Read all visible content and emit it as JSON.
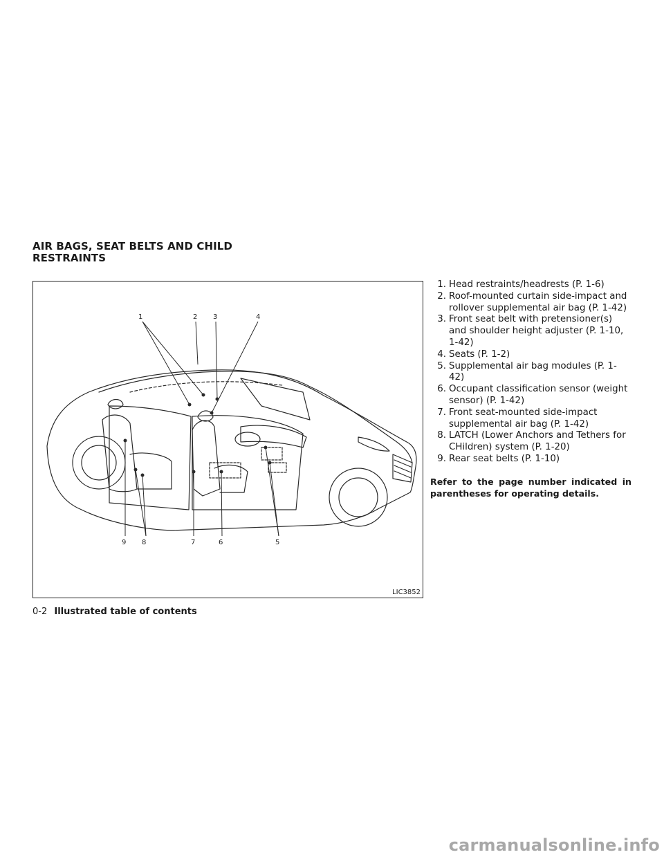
{
  "section": {
    "title_line1": "AIR BAGS, SEAT BELTS AND CHILD",
    "title_line2": "RESTRAINTS"
  },
  "figure": {
    "id": "LIC3852",
    "callouts": [
      "1",
      "2",
      "3",
      "4",
      "5",
      "6",
      "7",
      "8",
      "9"
    ]
  },
  "legend": {
    "items": [
      {
        "num": "1.",
        "text": "Head restraints/headrests (P. 1-6)"
      },
      {
        "num": "2.",
        "text": "Roof-mounted curtain side-impact and rollover supplemental air bag (P. 1-42)"
      },
      {
        "num": "3.",
        "text": "Front seat belt with pretensioner(s) and shoulder height adjuster (P. 1-10, 1-42)"
      },
      {
        "num": "4.",
        "text": "Seats (P. 1-2)"
      },
      {
        "num": "5.",
        "text": "Supplemental air bag modules (P. 1-42)"
      },
      {
        "num": "6.",
        "text": "Occupant classification sensor (weight sensor) (P. 1-42)"
      },
      {
        "num": "7.",
        "text": "Front seat-mounted side-impact supplemental air bag (P. 1-42)"
      },
      {
        "num": "8.",
        "text": "LATCH (Lower Anchors and Tethers for CHildren) system (P. 1-20)"
      },
      {
        "num": "9.",
        "text": "Rear seat belts (P. 1-10)"
      }
    ]
  },
  "note": "Refer to the page number indicated in parentheses for operating details.",
  "footer": {
    "page_number": "0-2",
    "chapter": "Illustrated table of contents"
  },
  "watermark": "carmanualsonline.info"
}
